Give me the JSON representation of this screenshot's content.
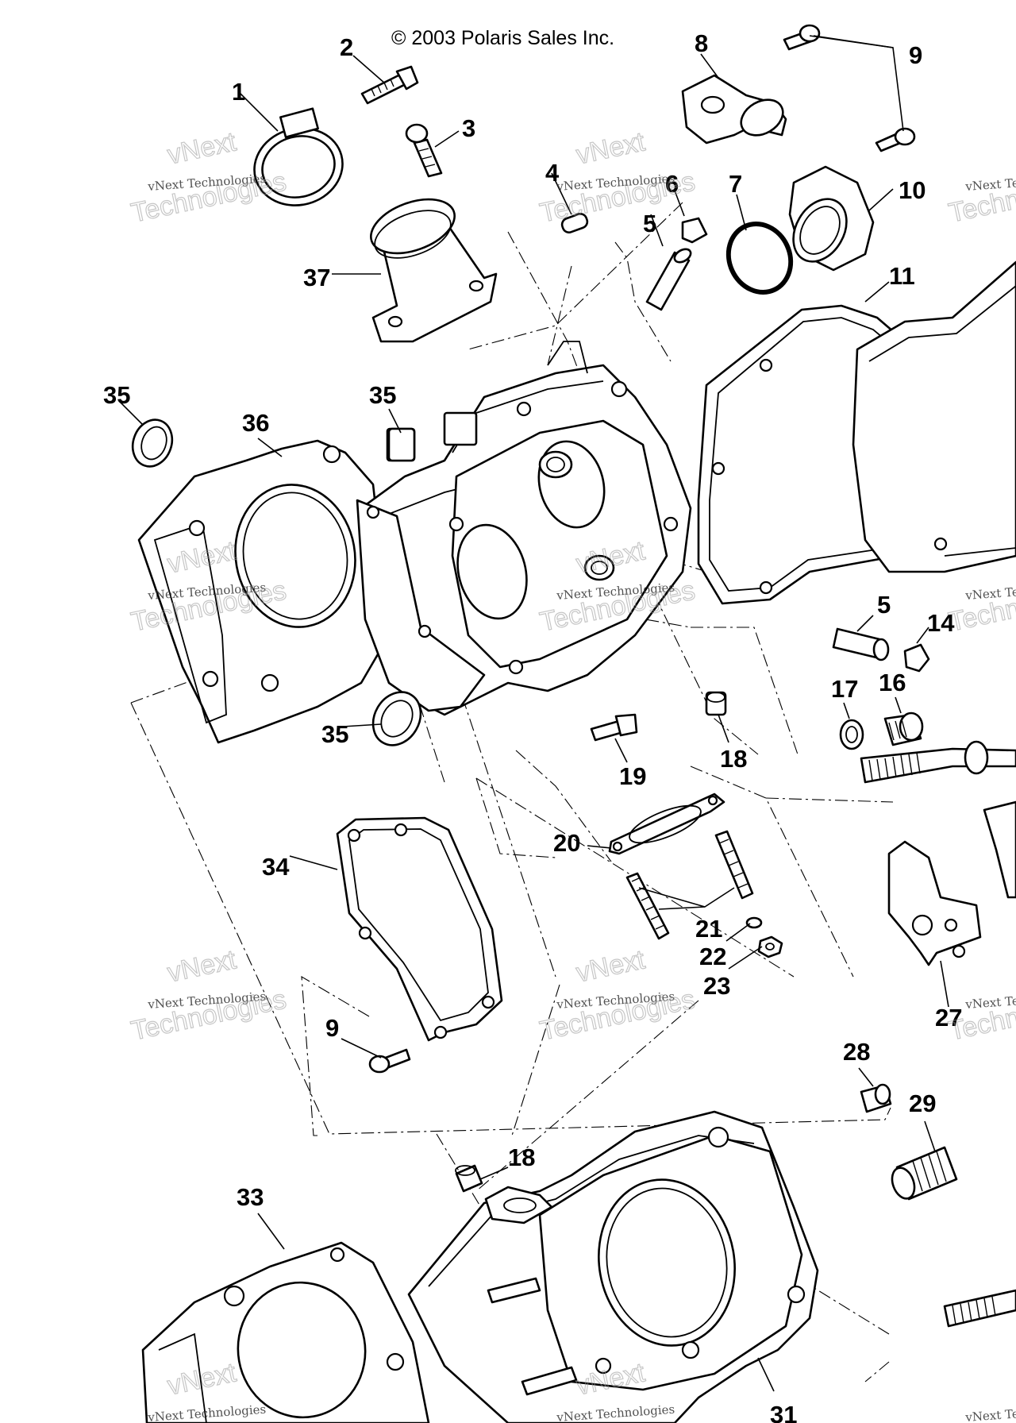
{
  "copyright": "© 2003 Polaris Sales Inc.",
  "watermark": {
    "line1": "vNext Technologies",
    "line2": "vNext",
    "line3": "Technologies"
  },
  "callouts": [
    "1",
    "2",
    "3",
    "4",
    "5",
    "6",
    "7",
    "8",
    "9",
    "10",
    "11",
    "5",
    "14",
    "17",
    "16",
    "18",
    "19",
    "20",
    "21",
    "22",
    "23",
    "27",
    "28",
    "29",
    "18",
    "31",
    "33",
    "34",
    "9",
    "35",
    "36",
    "35",
    "35",
    "37"
  ]
}
